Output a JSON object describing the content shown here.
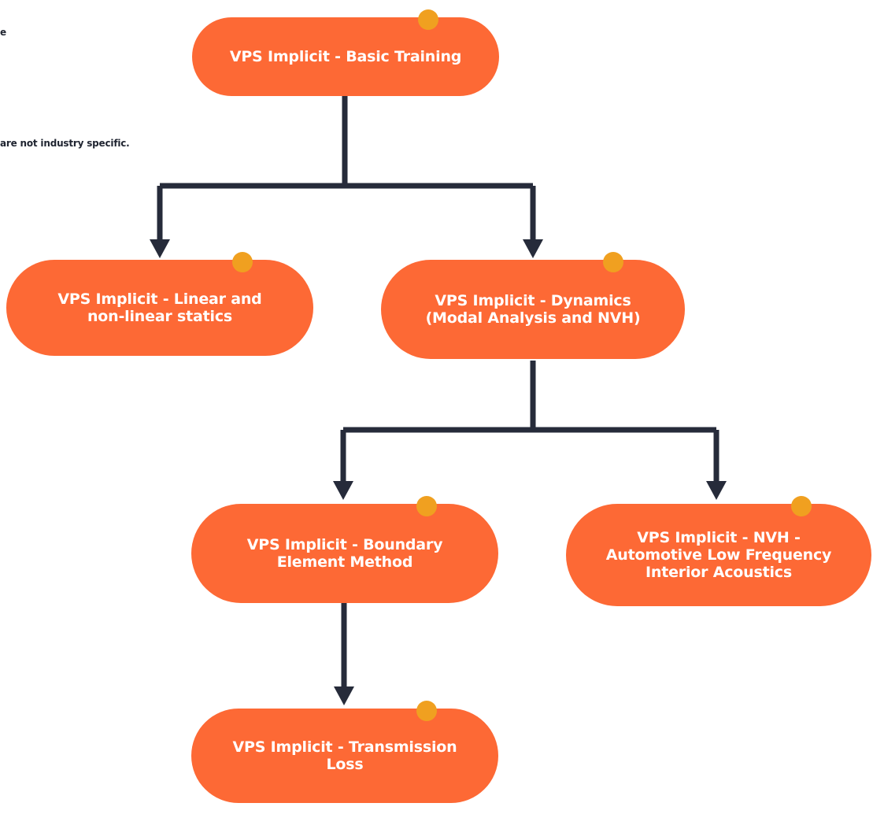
{
  "side_text": {
    "line1": "e",
    "line2": "are not industry specific."
  },
  "colors": {
    "node_fill": "#fd6935",
    "accent_dot": "#f0a020",
    "connector": "#262b3a"
  },
  "nodes": {
    "basic": {
      "label": "VPS Implicit - Basic Training"
    },
    "statics": {
      "label": "VPS Implicit - Linear and\nnon-linear statics"
    },
    "dynamics": {
      "label": "VPS Implicit - Dynamics\n(Modal Analysis and NVH)"
    },
    "bem": {
      "label": "VPS Implicit - Boundary\nElement Method"
    },
    "nvh": {
      "label": "VPS Implicit - NVH -\nAutomotive Low Frequency\nInterior Acoustics"
    },
    "transmission": {
      "label": "VPS Implicit - Transmission\nLoss"
    }
  }
}
